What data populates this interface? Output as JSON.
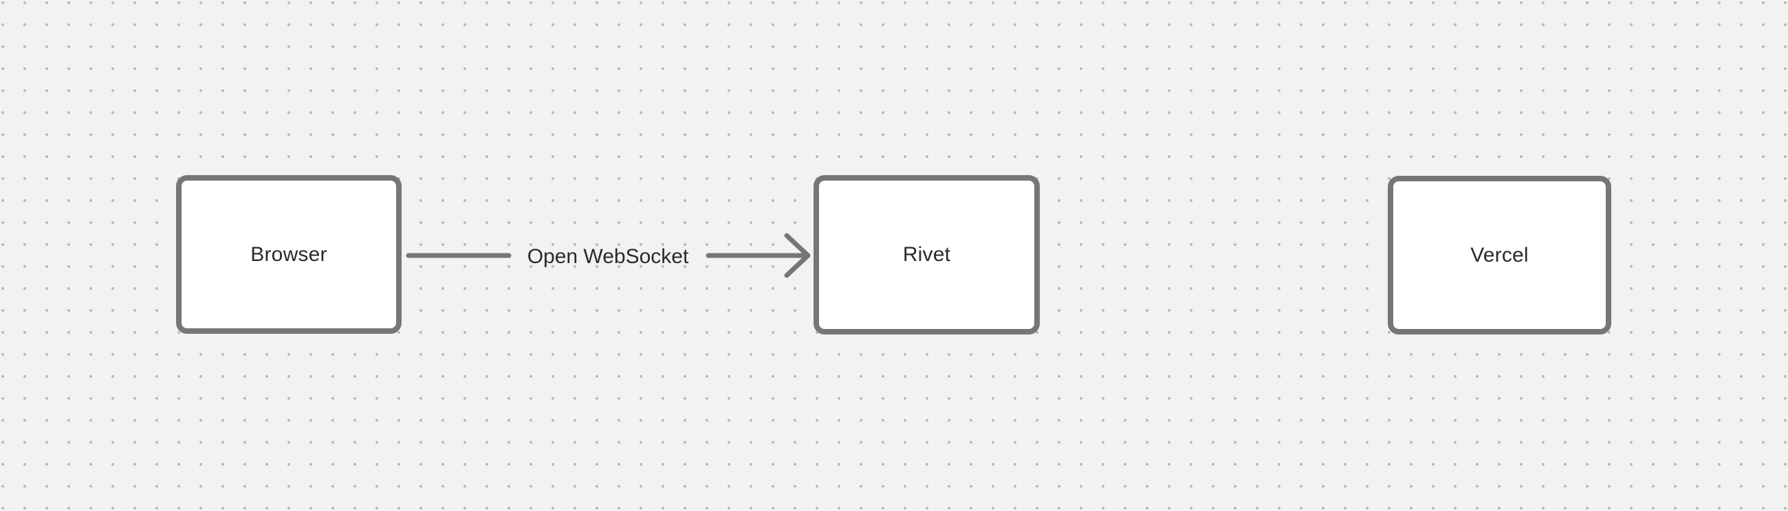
{
  "canvas": {
    "background_color": "#f2f2f2",
    "dot_color": "#b8b8b8",
    "stroke_color": "#767676",
    "text_color": "#2a2a2a"
  },
  "nodes": [
    {
      "id": "browser",
      "label": "Browser"
    },
    {
      "id": "rivet",
      "label": "Rivet"
    },
    {
      "id": "vercel",
      "label": "Vercel"
    }
  ],
  "edges": [
    {
      "from": "browser",
      "to": "rivet",
      "label": "Open WebSocket"
    }
  ]
}
